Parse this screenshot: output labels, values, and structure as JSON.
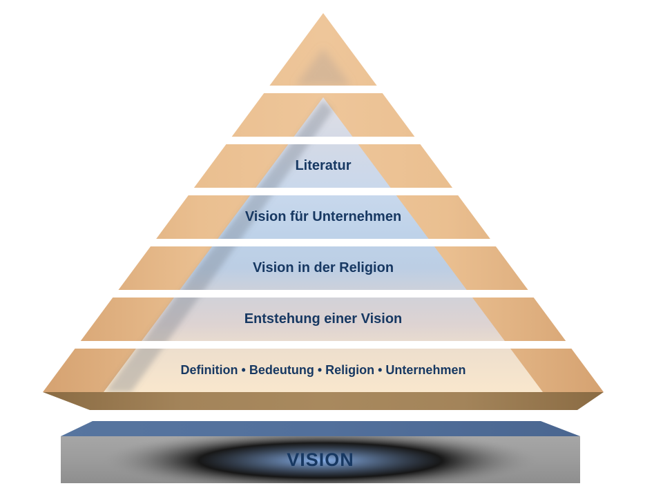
{
  "diagram": {
    "type": "pyramid",
    "levels": [
      {
        "id": 1,
        "label": ""
      },
      {
        "id": 2,
        "label": ""
      },
      {
        "id": 3,
        "label": "Literatur"
      },
      {
        "id": 4,
        "label": "Vision für Unternehmen"
      },
      {
        "id": 5,
        "label": "Vision in der Religion"
      },
      {
        "id": 6,
        "label": "Entstehung einer Vision"
      },
      {
        "id": 7,
        "label": "Definition • Bedeutung • Religion • Unternehmen"
      }
    ],
    "base": {
      "label": "VISION"
    },
    "colors": {
      "band_orange_light": "#eec69a",
      "band_orange_dark": "#d8a674",
      "inner_top_gray": "#dfdfe6",
      "inner_blue": "#bed2e9",
      "inner_peach": "#f9e7cd",
      "pyramid_underside_brown": "#a3845a",
      "base_top_blue": "#4e6c98",
      "base_front_gray": "#9a9a9a",
      "base_glow_blue": "#86afe9",
      "text_navy": "#173862",
      "background": "#ffffff"
    }
  }
}
